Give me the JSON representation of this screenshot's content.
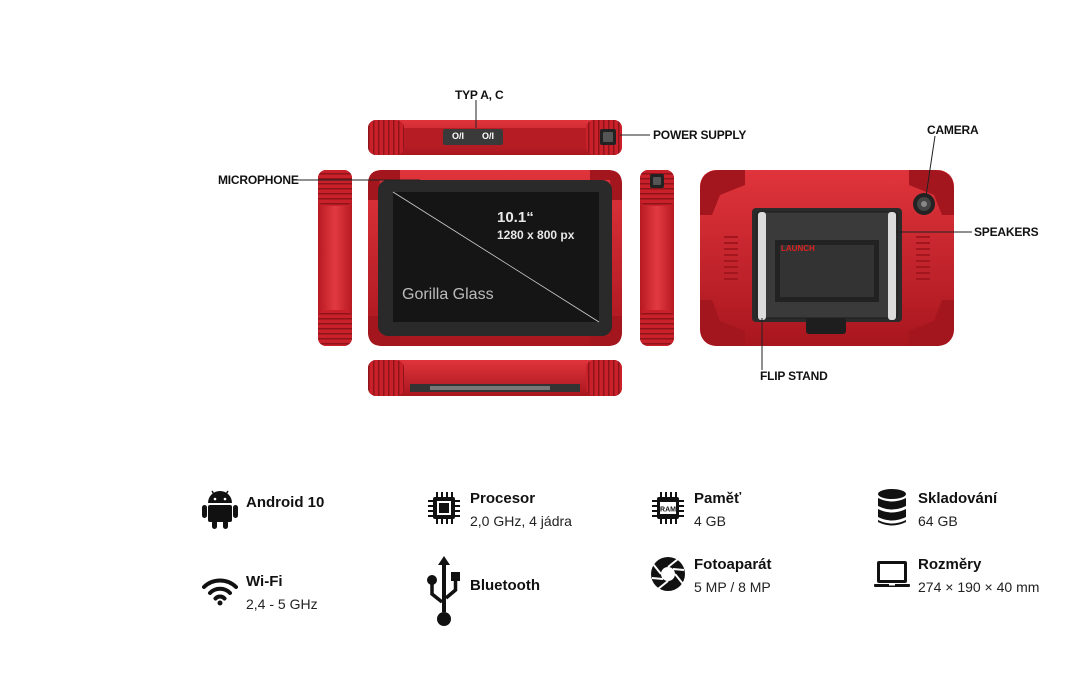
{
  "callouts": {
    "ports": "TYP A, C",
    "power": "POWER SUPPLY",
    "microphone": "MICROPHONE",
    "camera": "CAMERA",
    "speakers": "SPEAKERS",
    "flip_stand": "FLIP STAND"
  },
  "device": {
    "port_label_1": "O/I",
    "port_label_2": "O/I",
    "screen_size": "10.1“",
    "resolution": "1280 x 800 px",
    "glass": "Gorilla Glass",
    "brand": "LAUNCH"
  },
  "specs": [
    {
      "icon": "android-icon",
      "title": "Android 10",
      "value": ""
    },
    {
      "icon": "cpu-icon",
      "title": "Procesor",
      "value": "2,0 GHz, 4 jádra"
    },
    {
      "icon": "ram-icon",
      "title": "Paměť",
      "value": "4 GB",
      "icon_text": "RAM"
    },
    {
      "icon": "database-icon",
      "title": "Skladování",
      "value": "64 GB"
    },
    {
      "icon": "wifi-icon",
      "title": "Wi-Fi",
      "value": "2,4 - 5 GHz"
    },
    {
      "icon": "usb-icon",
      "title": "Bluetooth",
      "value": ""
    },
    {
      "icon": "camera-aperture-icon",
      "title": "Fotoaparát",
      "value": "5 MP / 8 MP"
    },
    {
      "icon": "laptop-icon",
      "title": "Rozměry",
      "value": "274 × 190 × 40 mm"
    }
  ],
  "colors": {
    "device_red": "#c9202a",
    "device_dark_red": "#8e141b",
    "screen": "#151515"
  }
}
